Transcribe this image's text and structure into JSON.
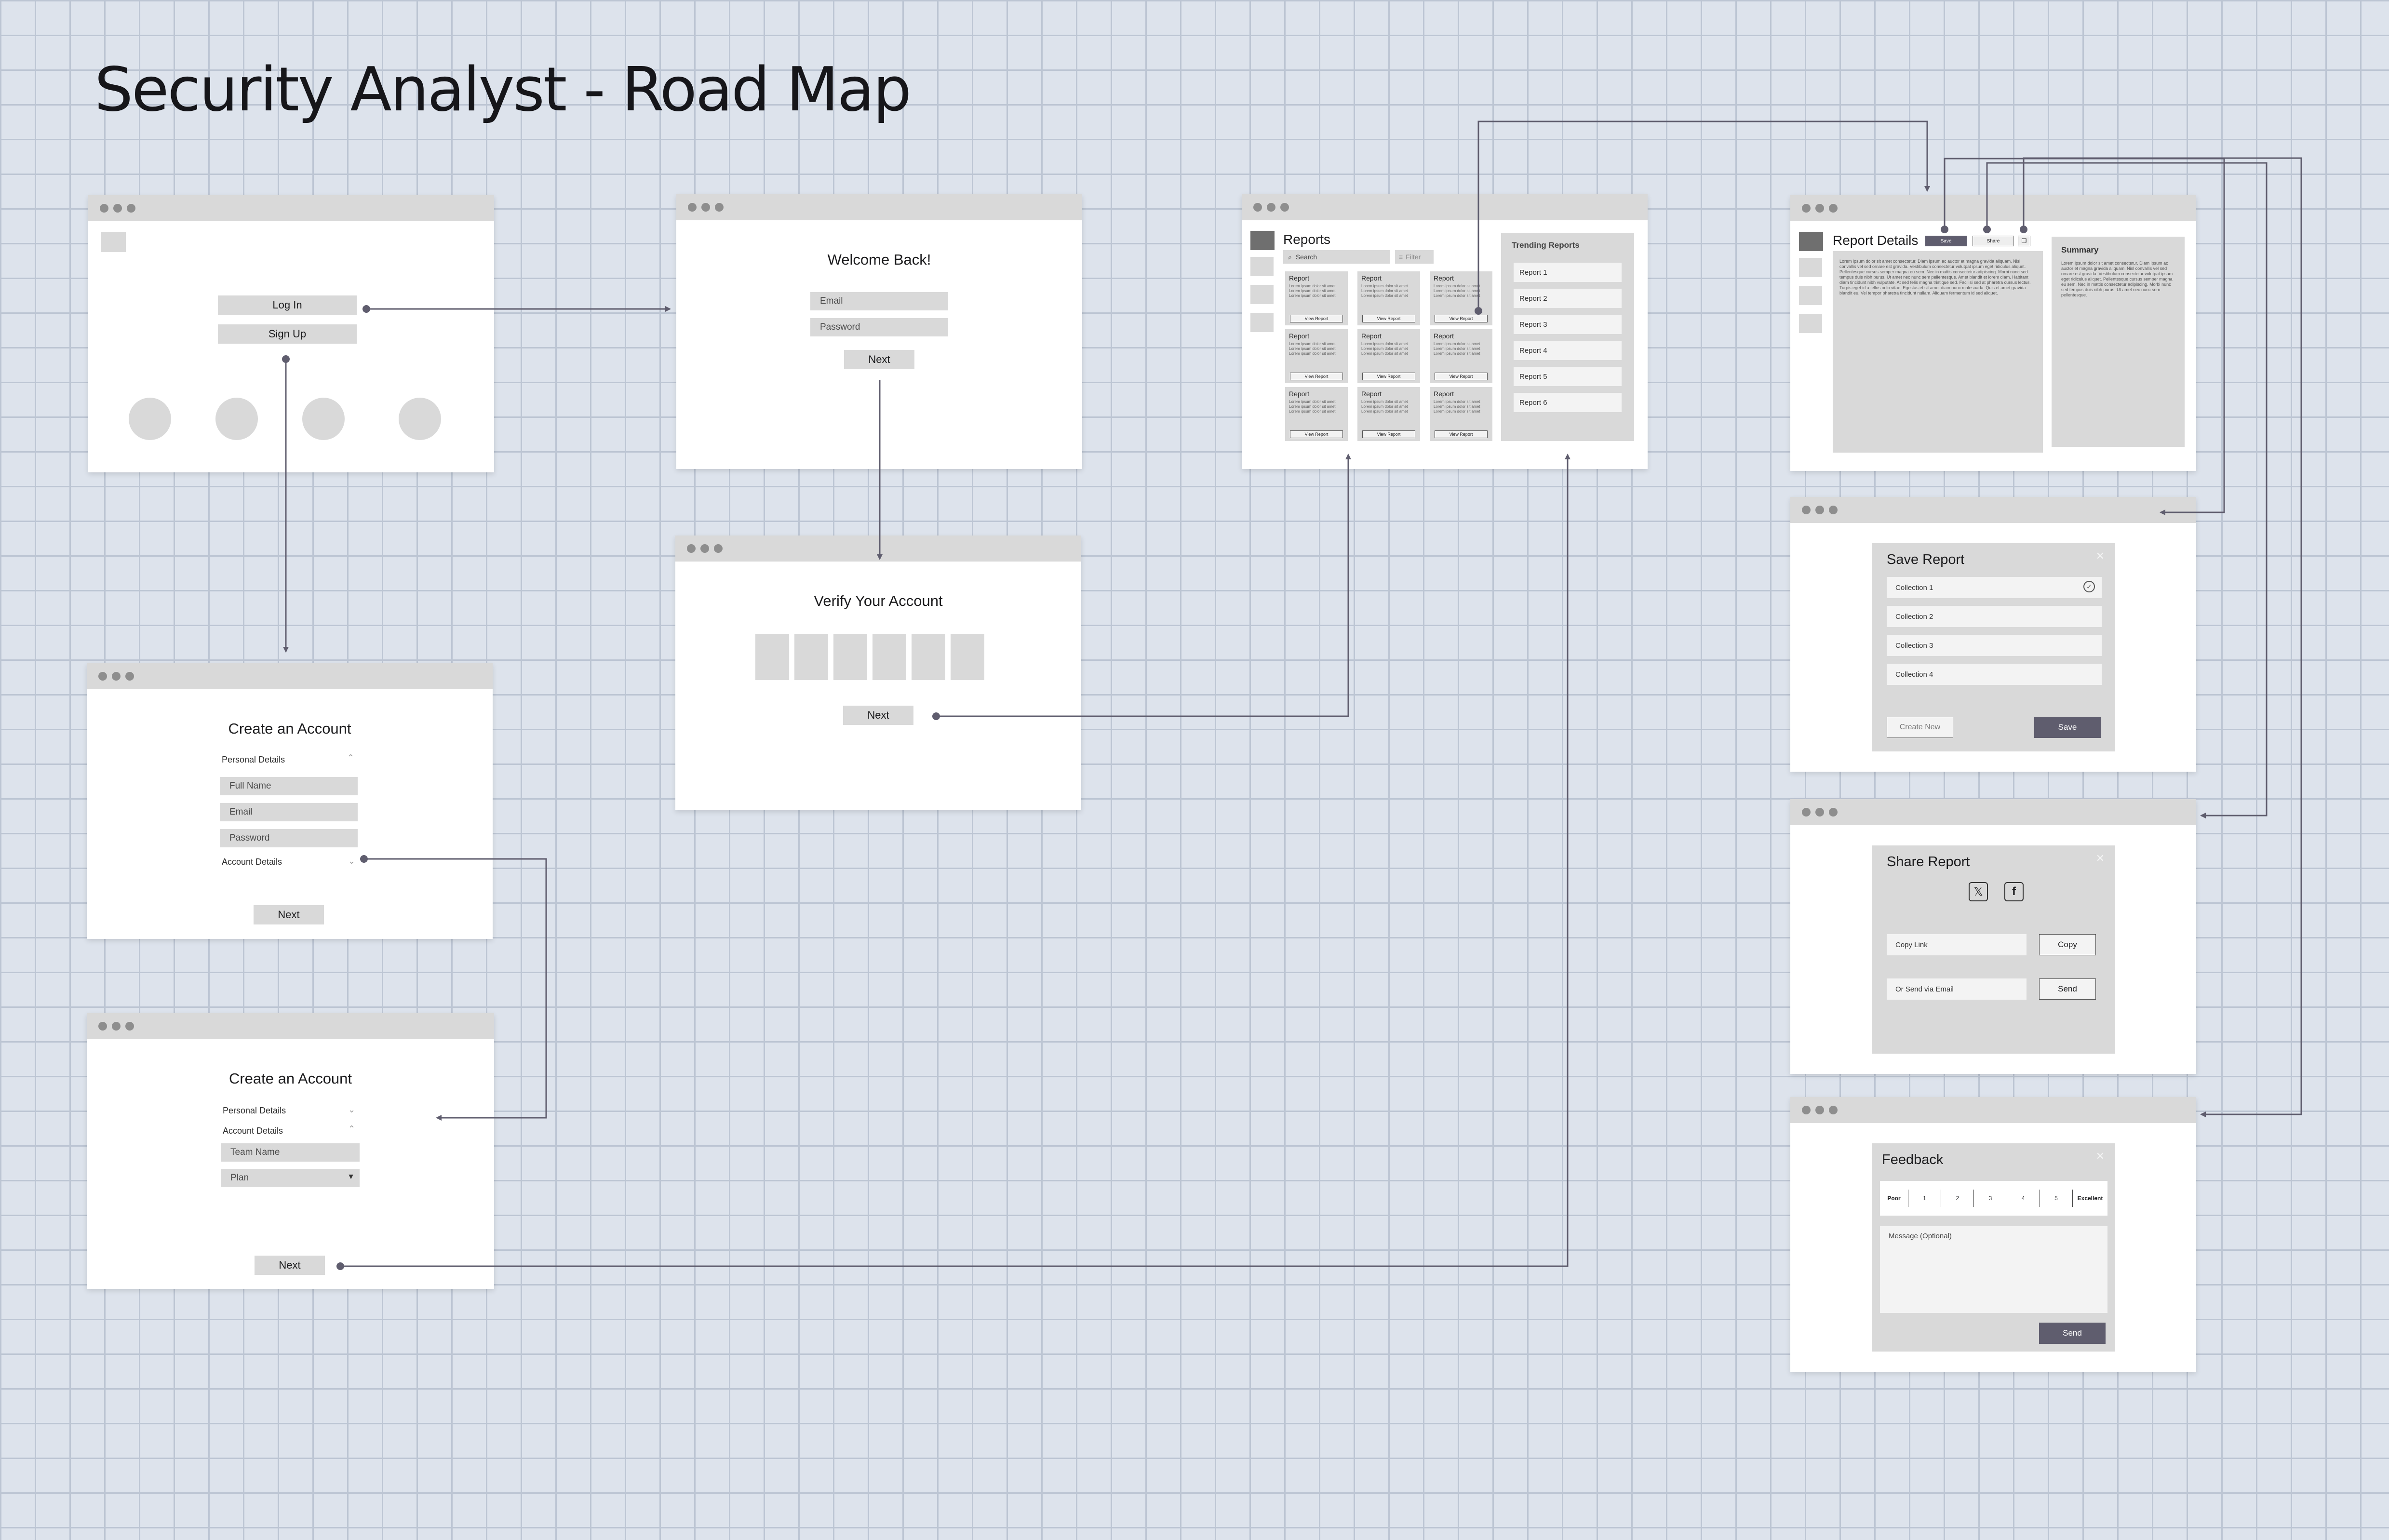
{
  "board_title": "Security Analyst - Road Map",
  "colors": {
    "canvas": "#dde3ec",
    "grid": "#bcc5d3",
    "connector": "#5f5d6e",
    "placeholder": "#d9d9d9",
    "dark_button": "#5f5d6e"
  },
  "landing": {
    "login_label": "Log In",
    "signup_label": "Sign Up"
  },
  "welcome": {
    "title": "Welcome Back!",
    "email_placeholder": "Email",
    "password_placeholder": "Password",
    "next_label": "Next"
  },
  "verify": {
    "title": "Verify Your Account",
    "next_label": "Next"
  },
  "create1": {
    "title": "Create an Account",
    "personal_details": "Personal Details",
    "full_name": "Full Name",
    "email": "Email",
    "password": "Password",
    "account_details": "Account Details",
    "next_label": "Next"
  },
  "create2": {
    "title": "Create an Account",
    "personal_details": "Personal Details",
    "account_details": "Account Details",
    "team_name": "Team Name",
    "plan": "Plan",
    "next_label": "Next"
  },
  "reports": {
    "title": "Reports",
    "search_placeholder": "Search",
    "filter_label": "Filter",
    "card_title": "Report",
    "card_text": "Lorem ipsum dolor sit amet Lorem ipsum dolor sit amet Lorem ipsum dolor sit amet",
    "card_button": "View Report",
    "trending_title": "Trending Reports",
    "trending": [
      "Report 1",
      "Report 2",
      "Report 3",
      "Report 4",
      "Report 5",
      "Report 6"
    ]
  },
  "details": {
    "title": "Report Details",
    "save_label": "Save",
    "share_label": "Share",
    "summary_title": "Summary",
    "body_text": "Lorem ipsum dolor sit amet consectetur. Diam ipsum ac auctor et magna gravida aliquam. Nisl convallis vel sed ornare est gravida. Vestibulum consectetur volutpat ipsum eget ridiculus aliquet. Pellentesque cursus semper magna eu sem. Nec in mattis consectetur adipiscing. Morbi nunc sed tempus duis nibh purus. Ut amet nec nunc sem pellentesque. Amet blandit et lorem diam. Habitant diam tincidunt nibh vulputate. At sed felis magna tristique sed. Facilisi sed at pharetra cursus lectus. Turpis eget id a tellus odio vitae. Egestas et sit amet diam nunc malesuada. Quis et amet gravida blandit eu. Vel tempor pharetra tincidunt nullam. Aliquam fermentum id sed aliquet.",
    "summary_text": "Lorem ipsum dolor sit amet consectetur. Diam ipsum ac auctor et magna gravida aliquam. Nisl convallis vel sed ornare est gravida. Vestibulum consectetur volutpat ipsum eget ridiculus aliquet. Pellentesque cursus semper magna eu sem. Nec in mattis consectetur adipiscing. Morbi nunc sed tempus duis nibh purus. Ut amet nec nunc sem pellentesque."
  },
  "save_report": {
    "title": "Save Report",
    "collections": [
      "Collection 1",
      "Collection 2",
      "Collection 3",
      "Collection 4"
    ],
    "create_new_label": "Create New",
    "save_label": "Save"
  },
  "share_report": {
    "title": "Share Report",
    "copy_link_placeholder": "Copy Link",
    "copy_label": "Copy",
    "email_placeholder": "Or Send via Email",
    "send_label": "Send"
  },
  "feedback": {
    "title": "Feedback",
    "poor_label": "Poor",
    "ratings": [
      "1",
      "2",
      "3",
      "4",
      "5"
    ],
    "excellent_label": "Excellent",
    "message_placeholder": "Message (Optional)",
    "send_label": "Send"
  }
}
